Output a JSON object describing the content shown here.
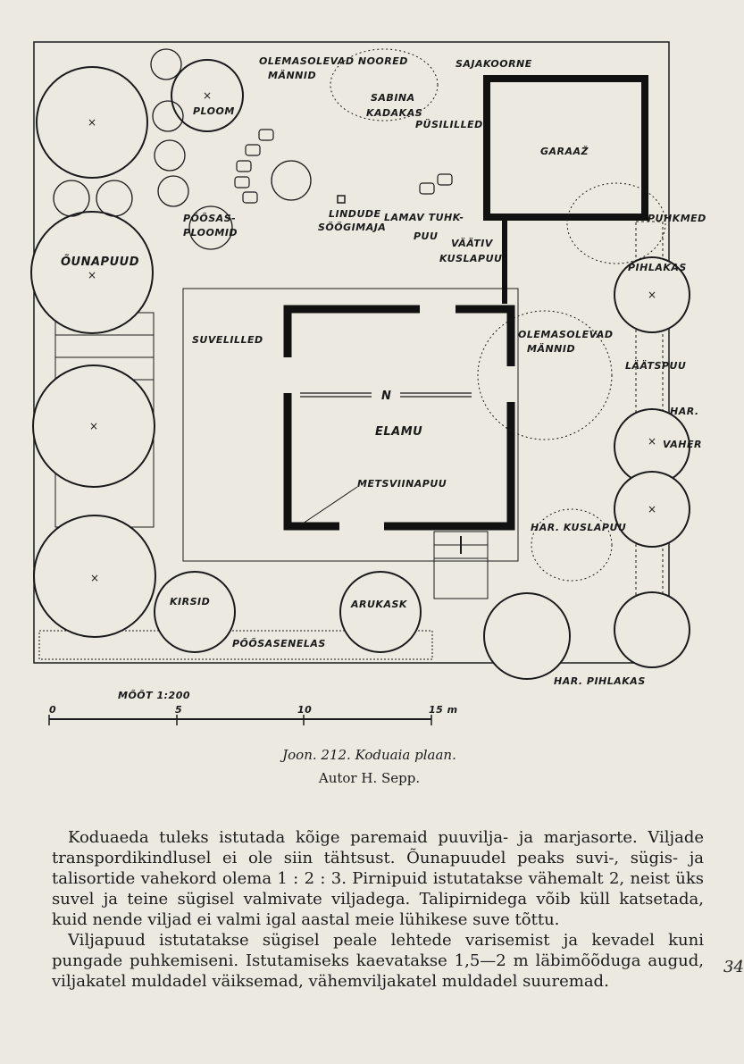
{
  "plan": {
    "labels": {
      "olemasolevad_noored": "OLEMASOLEVAD NOORED",
      "mannid_top": "MÄNNID",
      "sajakoorne": "SAJAKOORNE",
      "sabina": "SABINA",
      "kadakas": "KADAKAS",
      "pusililled": "PÜSILILLED",
      "ploom": "PLOOM",
      "garaaz": "GARAAŽ",
      "poosas": "PÕÕSAS-",
      "ploomid": "PLOOMID",
      "lindude": "LINDUDE",
      "soogimaja": "SÖÖGIMAJA",
      "lamav": "LAMAV TUHK-",
      "puu": "PUU",
      "puhkmed": "PUHKMED",
      "vaativ": "VÄÄTIV",
      "kuslapuu": "KUSLAPUU",
      "ounapuud": "ÕUNAPUUD",
      "pihlakas": "PIHLAKAS",
      "suvelilled": "SUVELILLED",
      "olemasolevad": "OLEMASOLEVAD",
      "mannid": "MÄNNID",
      "laatspuu": "LÄÄTSPUU",
      "north": "N",
      "elamu": "ELAMU",
      "har": "HAR.",
      "vaher": "VAHER",
      "metsviinapuu": "METSVIINAPUU",
      "har_kuslapuu": "HAR. KUSLAPUU",
      "kirsid": "KIRSID",
      "arukask": "ARUKASK",
      "poosasenelas": "PÕÕSASENELAS",
      "har_pihlakas": "HAR. PIHLAKAS"
    },
    "scale": {
      "title": "MÕÕT 1:200",
      "ticks": [
        "0",
        "5",
        "10",
        "15 m"
      ]
    }
  },
  "caption": "Joon. 212. Koduaia plaan.",
  "author": "Autor H. Sepp.",
  "paragraphs": [
    "Koduaeda tuleks istutada kõige paremaid puuvilja- ja marjasorte. Viljade transpordikindlusel ei ole siin tähtsust. Õunapuudel peaks suvi-, sügis- ja talisortide vahekord olema 1 : 2 : 3. Pirnipuid istutatakse vähemalt 2, neist üks suvel ja teine sügisel valmivate viljadega. Talipirnidega võib küll katsetada, kuid nende viljad ei valmi igal aastal meie lühikese suve tõttu.",
    "Viljapuud istutatakse sügisel peale lehtede varisemist ja kevadel kuni pungade puhkemiseni. Istutamiseks kaevatakse 1,5—2 m läbimõõduga augud, viljakatel muldadel väiksemad, vähemviljakatel muldadel suuremad."
  ],
  "page_number": "34"
}
